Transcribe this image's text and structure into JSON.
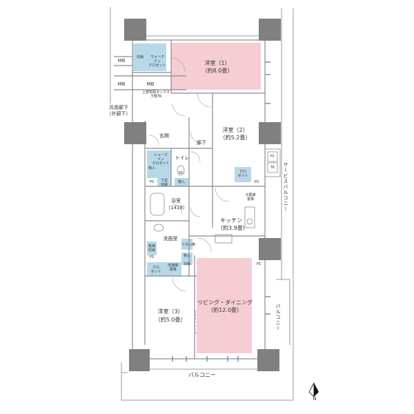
{
  "rooms": {
    "bedroom1": {
      "name": "洋室（1）",
      "area": "（約8.0畳）"
    },
    "bedroom2": {
      "name": "洋室（2）",
      "area": "（約5.2畳）"
    },
    "bedroom3": {
      "name": "洋室（3）",
      "area": "（約5.0畳）"
    },
    "living": {
      "name": "リビング・ダイニング",
      "area": "（約12.0畳）"
    },
    "kitchen": {
      "name": "キッチン",
      "area": "（約3.9畳）"
    },
    "bath": {
      "name": "浴室",
      "area": "（1418）"
    },
    "washroom": "洗面室",
    "entrance": "玄関",
    "hallway": "廊下",
    "toilet": "トイレ"
  },
  "closets": {
    "walk_in": "ウォーク\nイン\nクロゼット",
    "closet_b2": "クロ\nゼット",
    "closet_b3": "クロ\nゼット",
    "shoes_in": "シューズ\nイン\nクロゼット",
    "storage_small": "収納",
    "storage_sink": "下足\n収納",
    "storage_pantry": "物入",
    "storage_pantry2": "物入",
    "linen": "リネン庫",
    "washer": "洗濯機\n置場",
    "wash_storage": "収納",
    "fridge": "冷蔵庫\n置場",
    "slop_sink": "SK",
    "entrance_storage": "物入",
    "storage_w": "乾燥\n収納"
  },
  "labels": {
    "mb1": "MB",
    "mb2": "MB",
    "mb3": "MB",
    "meter_box": "上部宅配ボックス\n下部TR",
    "common_corridor": "共用廊下\n（外廊下）",
    "service_balcony": "サービスバルコニー",
    "balcony_side": "バルコニー",
    "balcony_bottom": "バルコニー",
    "ps1": "PS",
    "ps2": "PS",
    "ps3": "PS",
    "ps4": "PS",
    "fc": "FC",
    "tk": "TK",
    "rail": "スライドレール",
    "compass": "N"
  },
  "colors": {
    "bedroom_fill": "#f5cdd3",
    "closet_fill": "#b7d8e8",
    "wall": "#808080",
    "line": "#888888"
  }
}
